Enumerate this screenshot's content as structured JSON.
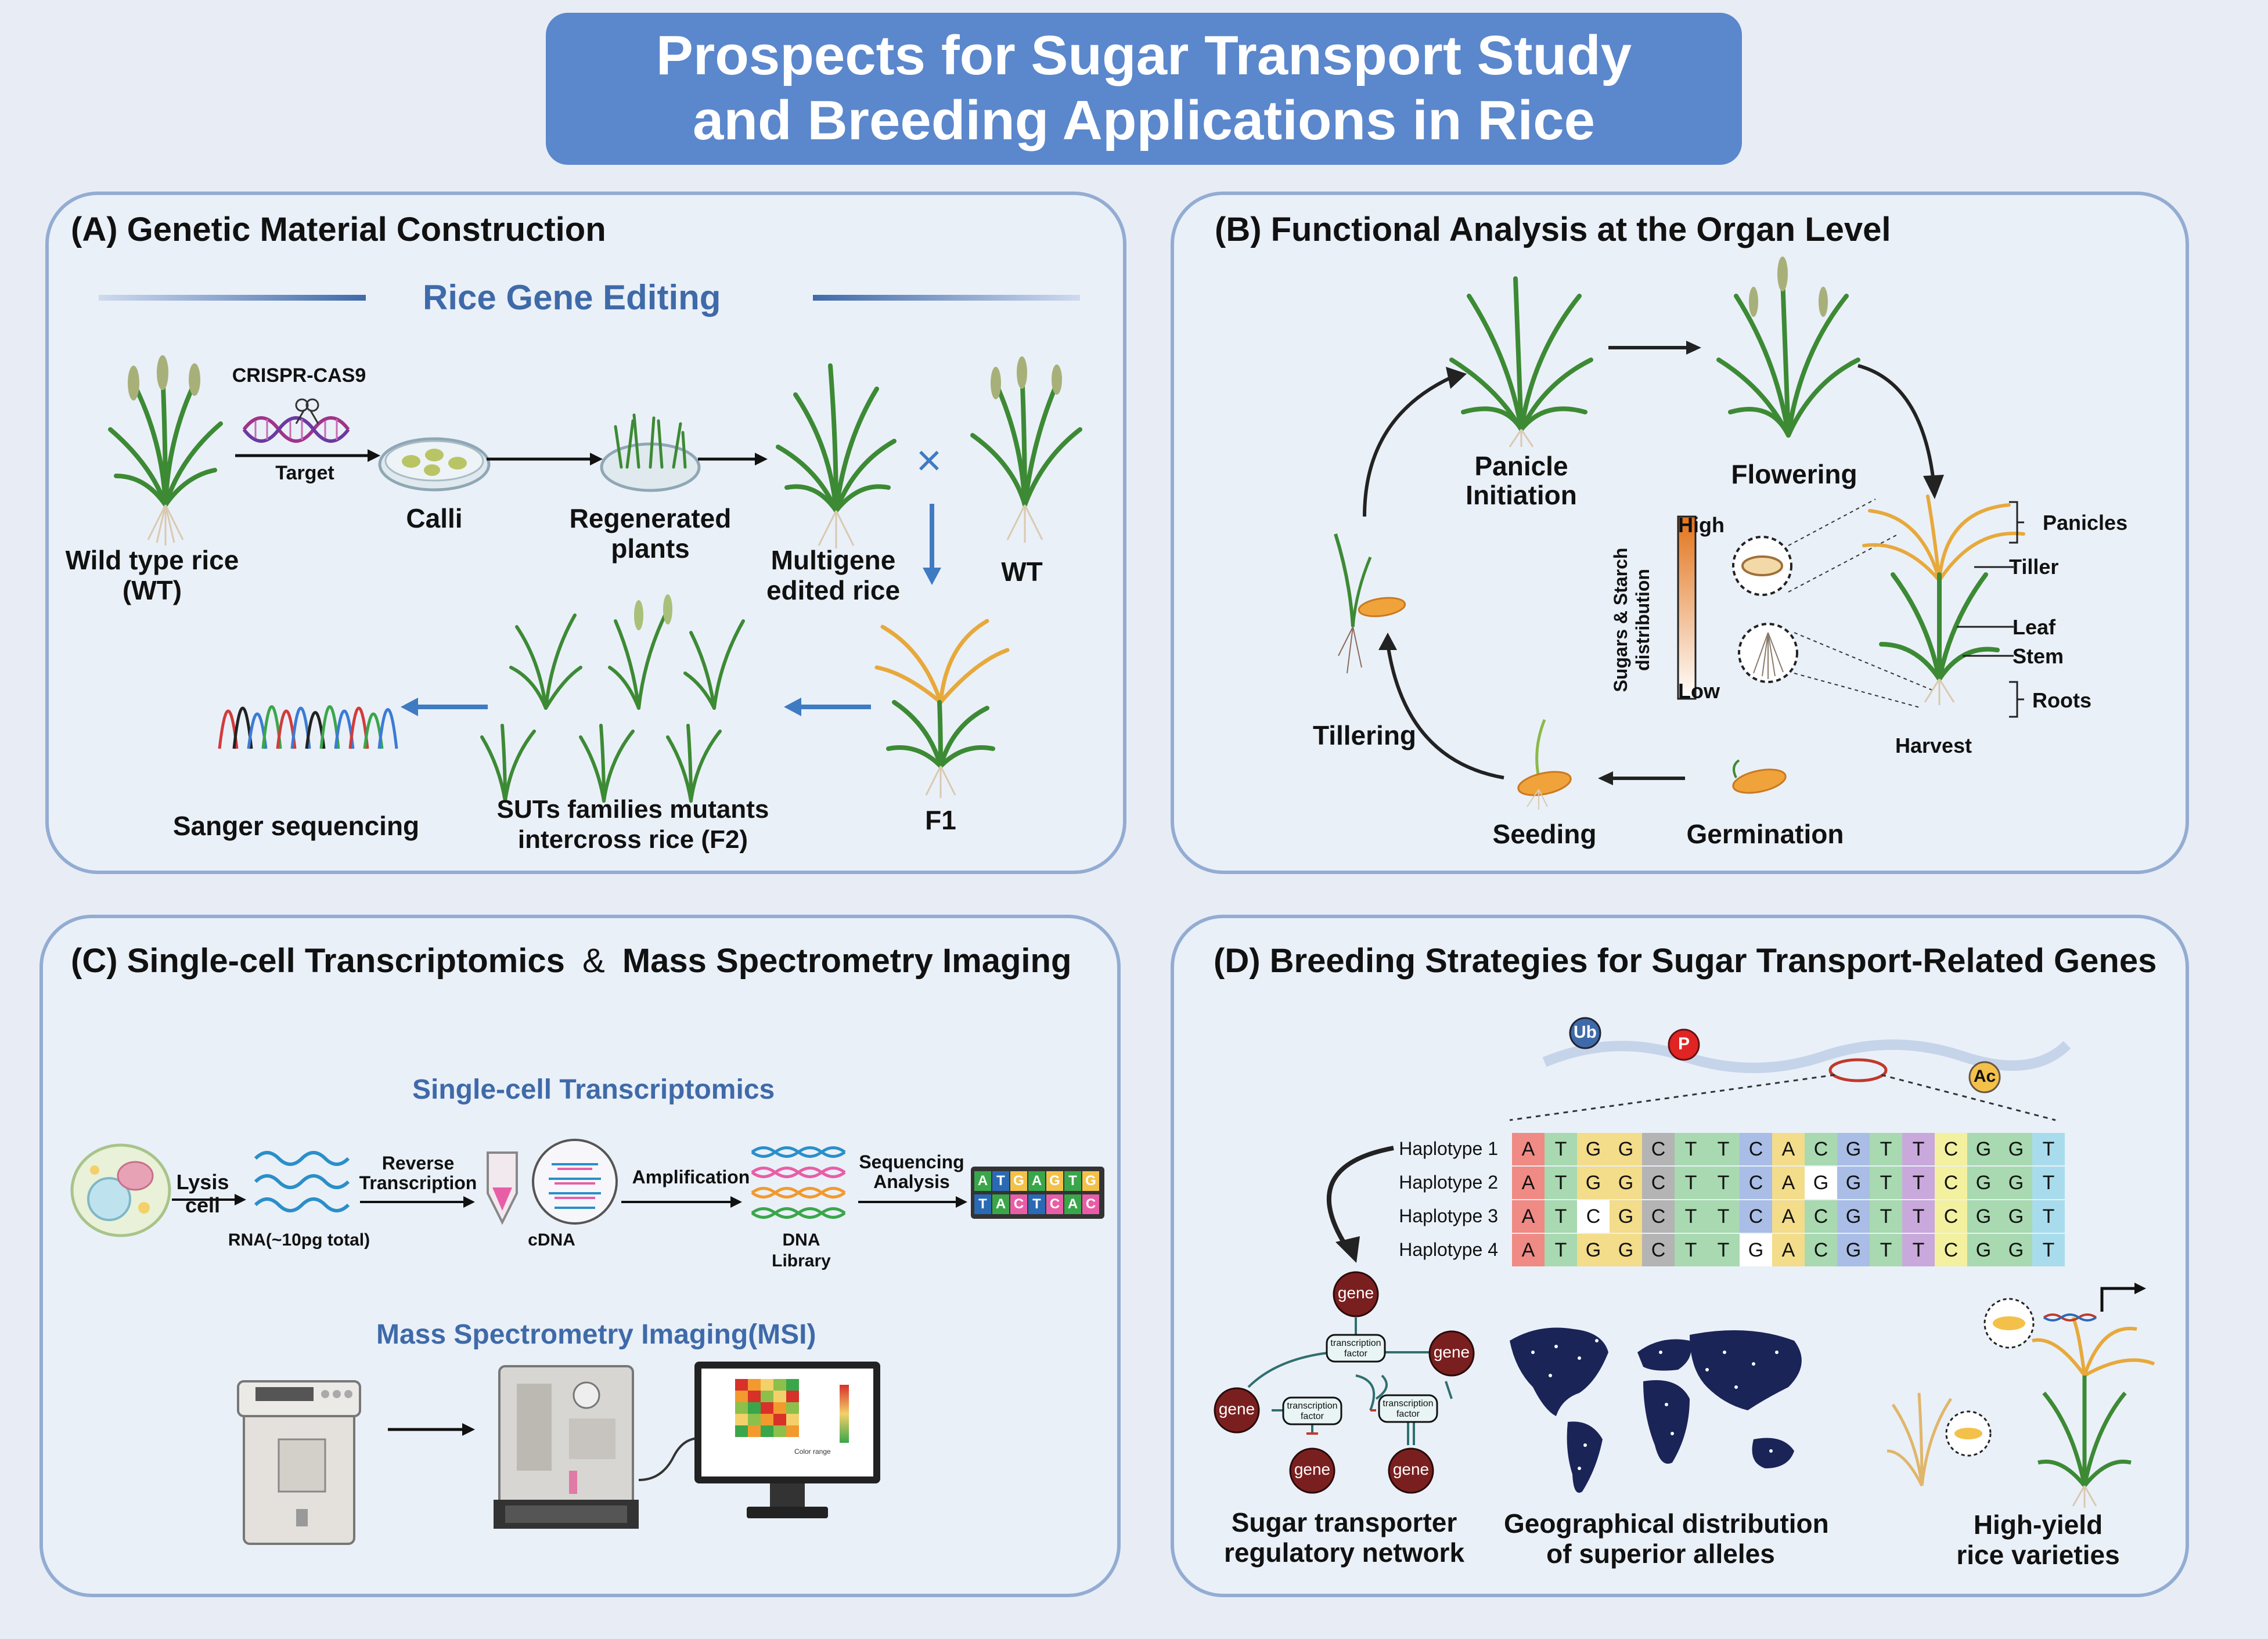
{
  "title": {
    "line1": "Prospects for Sugar Transport Study",
    "line2": "and Breeding Applications in Rice"
  },
  "panelA": {
    "title": "(A) Genetic Material Construction",
    "subtitle": "Rice  Gene Editing",
    "crispr": "CRISPR-CAS9",
    "target": "Target",
    "wild_type_1": "Wild type rice",
    "wild_type_2": "(WT)",
    "calli": "Calli",
    "regenerated_1": "Regenerated",
    "regenerated_2": "plants",
    "multigene_1": "Multigene",
    "multigene_2": "edited rice",
    "wt": "WT",
    "cross": "×",
    "f1": "F1",
    "suts_1": "SUTs families mutants",
    "suts_2": "intercross rice (F2)",
    "sanger": "Sanger sequencing"
  },
  "panelB": {
    "title": "(B) Functional Analysis at the Organ Level",
    "panicle_1": "Panicle",
    "panicle_2": "Initiation",
    "flowering": "Flowering",
    "high": "High",
    "low": "Low",
    "axis_1": "Sugars & Starch",
    "axis_2": "distribution",
    "panicles": "Panicles",
    "tiller": "Tiller",
    "leaf": "Leaf",
    "stem": "Stem",
    "roots": "Roots",
    "harvest": "Harvest",
    "tillering": "Tillering",
    "seeding": "Seeding",
    "germination": "Germination"
  },
  "panelC": {
    "title_1": "(C) Single-cell Transcriptomics",
    "amp": "&",
    "title_2": "Mass Spectrometry Imaging",
    "sct": "Single-cell Transcriptomics",
    "lysis_1": "Lysis",
    "lysis_2": "cell",
    "rna": "RNA(~10pg total)",
    "reverse_1": "Reverse",
    "reverse_2": "Transcription",
    "cdna": "cDNA",
    "amplification": "Amplification",
    "dna_1": "DNA",
    "dna_2": "Library",
    "seqan_1": "Sequencing",
    "seqan_2": "Analysis",
    "readout_top": [
      "A",
      "T",
      "G",
      "A",
      "G",
      "T",
      "G"
    ],
    "readout_bottom": [
      "T",
      "A",
      "C",
      "T",
      "C",
      "A",
      "C"
    ],
    "msi": "Mass Spectrometry Imaging(MSI)",
    "color_range": "Color range"
  },
  "panelD": {
    "title": "(D) Breeding Strategies for Sugar Transport-Related Genes",
    "ub": "Ub",
    "p": "P",
    "ac": "Ac",
    "haplotypes": [
      {
        "name": "Haplotype 1",
        "seq": [
          "A",
          "T",
          "G",
          "G",
          "C",
          "T",
          "T",
          "C",
          "A",
          "C",
          "G",
          "T",
          "T",
          "C",
          "G",
          "G",
          "T"
        ]
      },
      {
        "name": "Haplotype 2",
        "seq": [
          "A",
          "T",
          "G",
          "G",
          "C",
          "T",
          "T",
          "C",
          "A",
          "G",
          "G",
          "T",
          "T",
          "C",
          "G",
          "G",
          "T"
        ]
      },
      {
        "name": "Haplotype 3",
        "seq": [
          "A",
          "T",
          "C",
          "G",
          "C",
          "T",
          "T",
          "C",
          "A",
          "C",
          "G",
          "T",
          "T",
          "C",
          "G",
          "G",
          "T"
        ]
      },
      {
        "name": "Haplotype 4",
        "seq": [
          "A",
          "T",
          "G",
          "G",
          "C",
          "T",
          "T",
          "G",
          "A",
          "C",
          "G",
          "T",
          "T",
          "C",
          "G",
          "G",
          "T"
        ]
      }
    ],
    "base_colors": {
      "A": "#f08a84",
      "T": "#a8d9b0",
      "G": "#f3dc8a",
      "C": "#b4b4b4"
    },
    "column_colors": [
      "#f08a84",
      "#a8d9b0",
      "#f3dc8a",
      "#f3dc8a",
      "#b4b4b4",
      "#a8d9b0",
      "#a8d9b0",
      "#a9bde6",
      "#f3dc8a",
      "#a8d9b0",
      "#a9bde6",
      "#a8d9b0",
      "#c9a8dc",
      "#f3f0a0",
      "#a8d9b0",
      "#a8d9b0",
      "#a8dcec"
    ],
    "gene": "gene",
    "tf_1": "transcription",
    "tf_2": "factor",
    "network_1": "Sugar transporter",
    "network_2": "regulatory network",
    "geo_1": "Geographical distribution",
    "geo_2": "of superior alleles",
    "hy_1": "High-yield",
    "hy_2": "rice varieties"
  }
}
